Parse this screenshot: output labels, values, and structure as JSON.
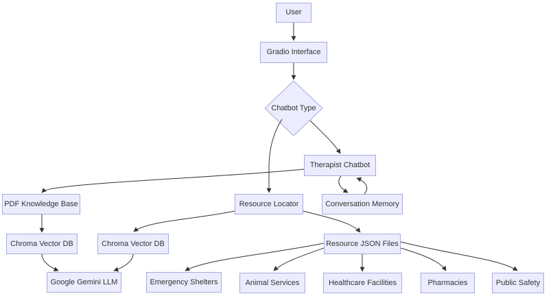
{
  "diagram": {
    "type": "flowchart",
    "direction": "top-down",
    "colors": {
      "background": "#FFFFFF",
      "node_fill": "#ECECFF",
      "node_border": "#A9A9DE",
      "edge": "#333333",
      "text": "#333333"
    },
    "nodes": {
      "user": {
        "label": "User",
        "shape": "rect"
      },
      "gradio_interface": {
        "label": "Gradio Interface",
        "shape": "rect"
      },
      "chatbot_type": {
        "label": "Chatbot Type",
        "shape": "diamond"
      },
      "therapist_chatbot": {
        "label": "Therapist Chatbot",
        "shape": "rect"
      },
      "pdf_knowledge_base": {
        "label": "PDF Knowledge Base",
        "shape": "rect"
      },
      "resource_locator": {
        "label": "Resource Locator",
        "shape": "rect"
      },
      "conversation_memory": {
        "label": "Conversation Memory",
        "shape": "rect"
      },
      "chroma_vector_db_1": {
        "label": "Chroma Vector DB",
        "shape": "rect"
      },
      "chroma_vector_db_2": {
        "label": "Chroma Vector DB",
        "shape": "rect"
      },
      "resource_json_files": {
        "label": "Resource JSON Files",
        "shape": "rect"
      },
      "google_gemini_llm": {
        "label": "Google Gemini LLM",
        "shape": "rect"
      },
      "emergency_shelters": {
        "label": "Emergency Shelters",
        "shape": "rect"
      },
      "animal_services": {
        "label": "Animal Services",
        "shape": "rect"
      },
      "healthcare_facilities": {
        "label": "Healthcare Facilities",
        "shape": "rect"
      },
      "pharmacies": {
        "label": "Pharmacies",
        "shape": "rect"
      },
      "public_safety": {
        "label": "Public Safety",
        "shape": "rect"
      }
    },
    "edges": [
      {
        "from": "user",
        "to": "gradio_interface"
      },
      {
        "from": "gradio_interface",
        "to": "chatbot_type"
      },
      {
        "from": "chatbot_type",
        "to": "resource_locator"
      },
      {
        "from": "chatbot_type",
        "to": "therapist_chatbot"
      },
      {
        "from": "therapist_chatbot",
        "to": "pdf_knowledge_base"
      },
      {
        "from": "therapist_chatbot",
        "to": "conversation_memory"
      },
      {
        "from": "conversation_memory",
        "to": "therapist_chatbot"
      },
      {
        "from": "pdf_knowledge_base",
        "to": "chroma_vector_db_1"
      },
      {
        "from": "resource_locator",
        "to": "chroma_vector_db_2"
      },
      {
        "from": "resource_locator",
        "to": "resource_json_files"
      },
      {
        "from": "chroma_vector_db_1",
        "to": "google_gemini_llm"
      },
      {
        "from": "chroma_vector_db_2",
        "to": "google_gemini_llm"
      },
      {
        "from": "resource_json_files",
        "to": "emergency_shelters"
      },
      {
        "from": "resource_json_files",
        "to": "animal_services"
      },
      {
        "from": "resource_json_files",
        "to": "healthcare_facilities"
      },
      {
        "from": "resource_json_files",
        "to": "pharmacies"
      },
      {
        "from": "resource_json_files",
        "to": "public_safety"
      }
    ]
  }
}
